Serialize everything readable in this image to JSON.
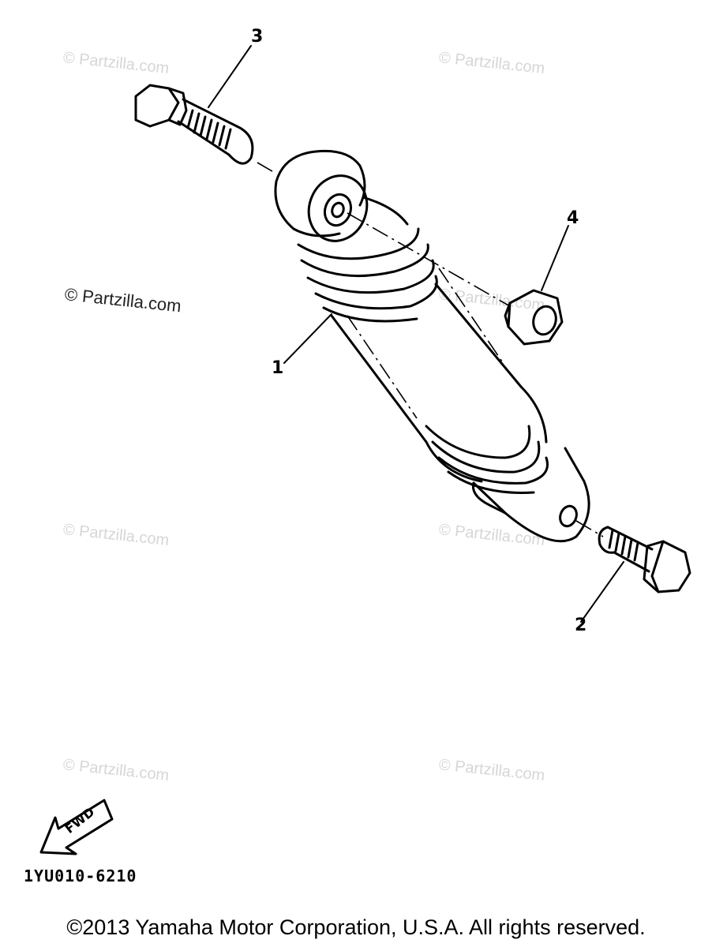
{
  "watermarks": {
    "w1": "© Partzilla.com",
    "w2": "© Partzilla.com",
    "w3": "© Partzilla.com",
    "w4": "© Partzilla.com",
    "w5": "© Partzilla.com",
    "w6": "© Partzilla.com",
    "w7": "© Partzilla.com",
    "w8": "© Partzilla.com"
  },
  "callouts": {
    "c1": "1",
    "c2": "2",
    "c3": "3",
    "c4": "4"
  },
  "fwd_label": "FWD",
  "diagram_code": "1YU010-6210",
  "copyright": "©2013  Yamaha Motor Corporation, U.S.A. All rights reserved."
}
